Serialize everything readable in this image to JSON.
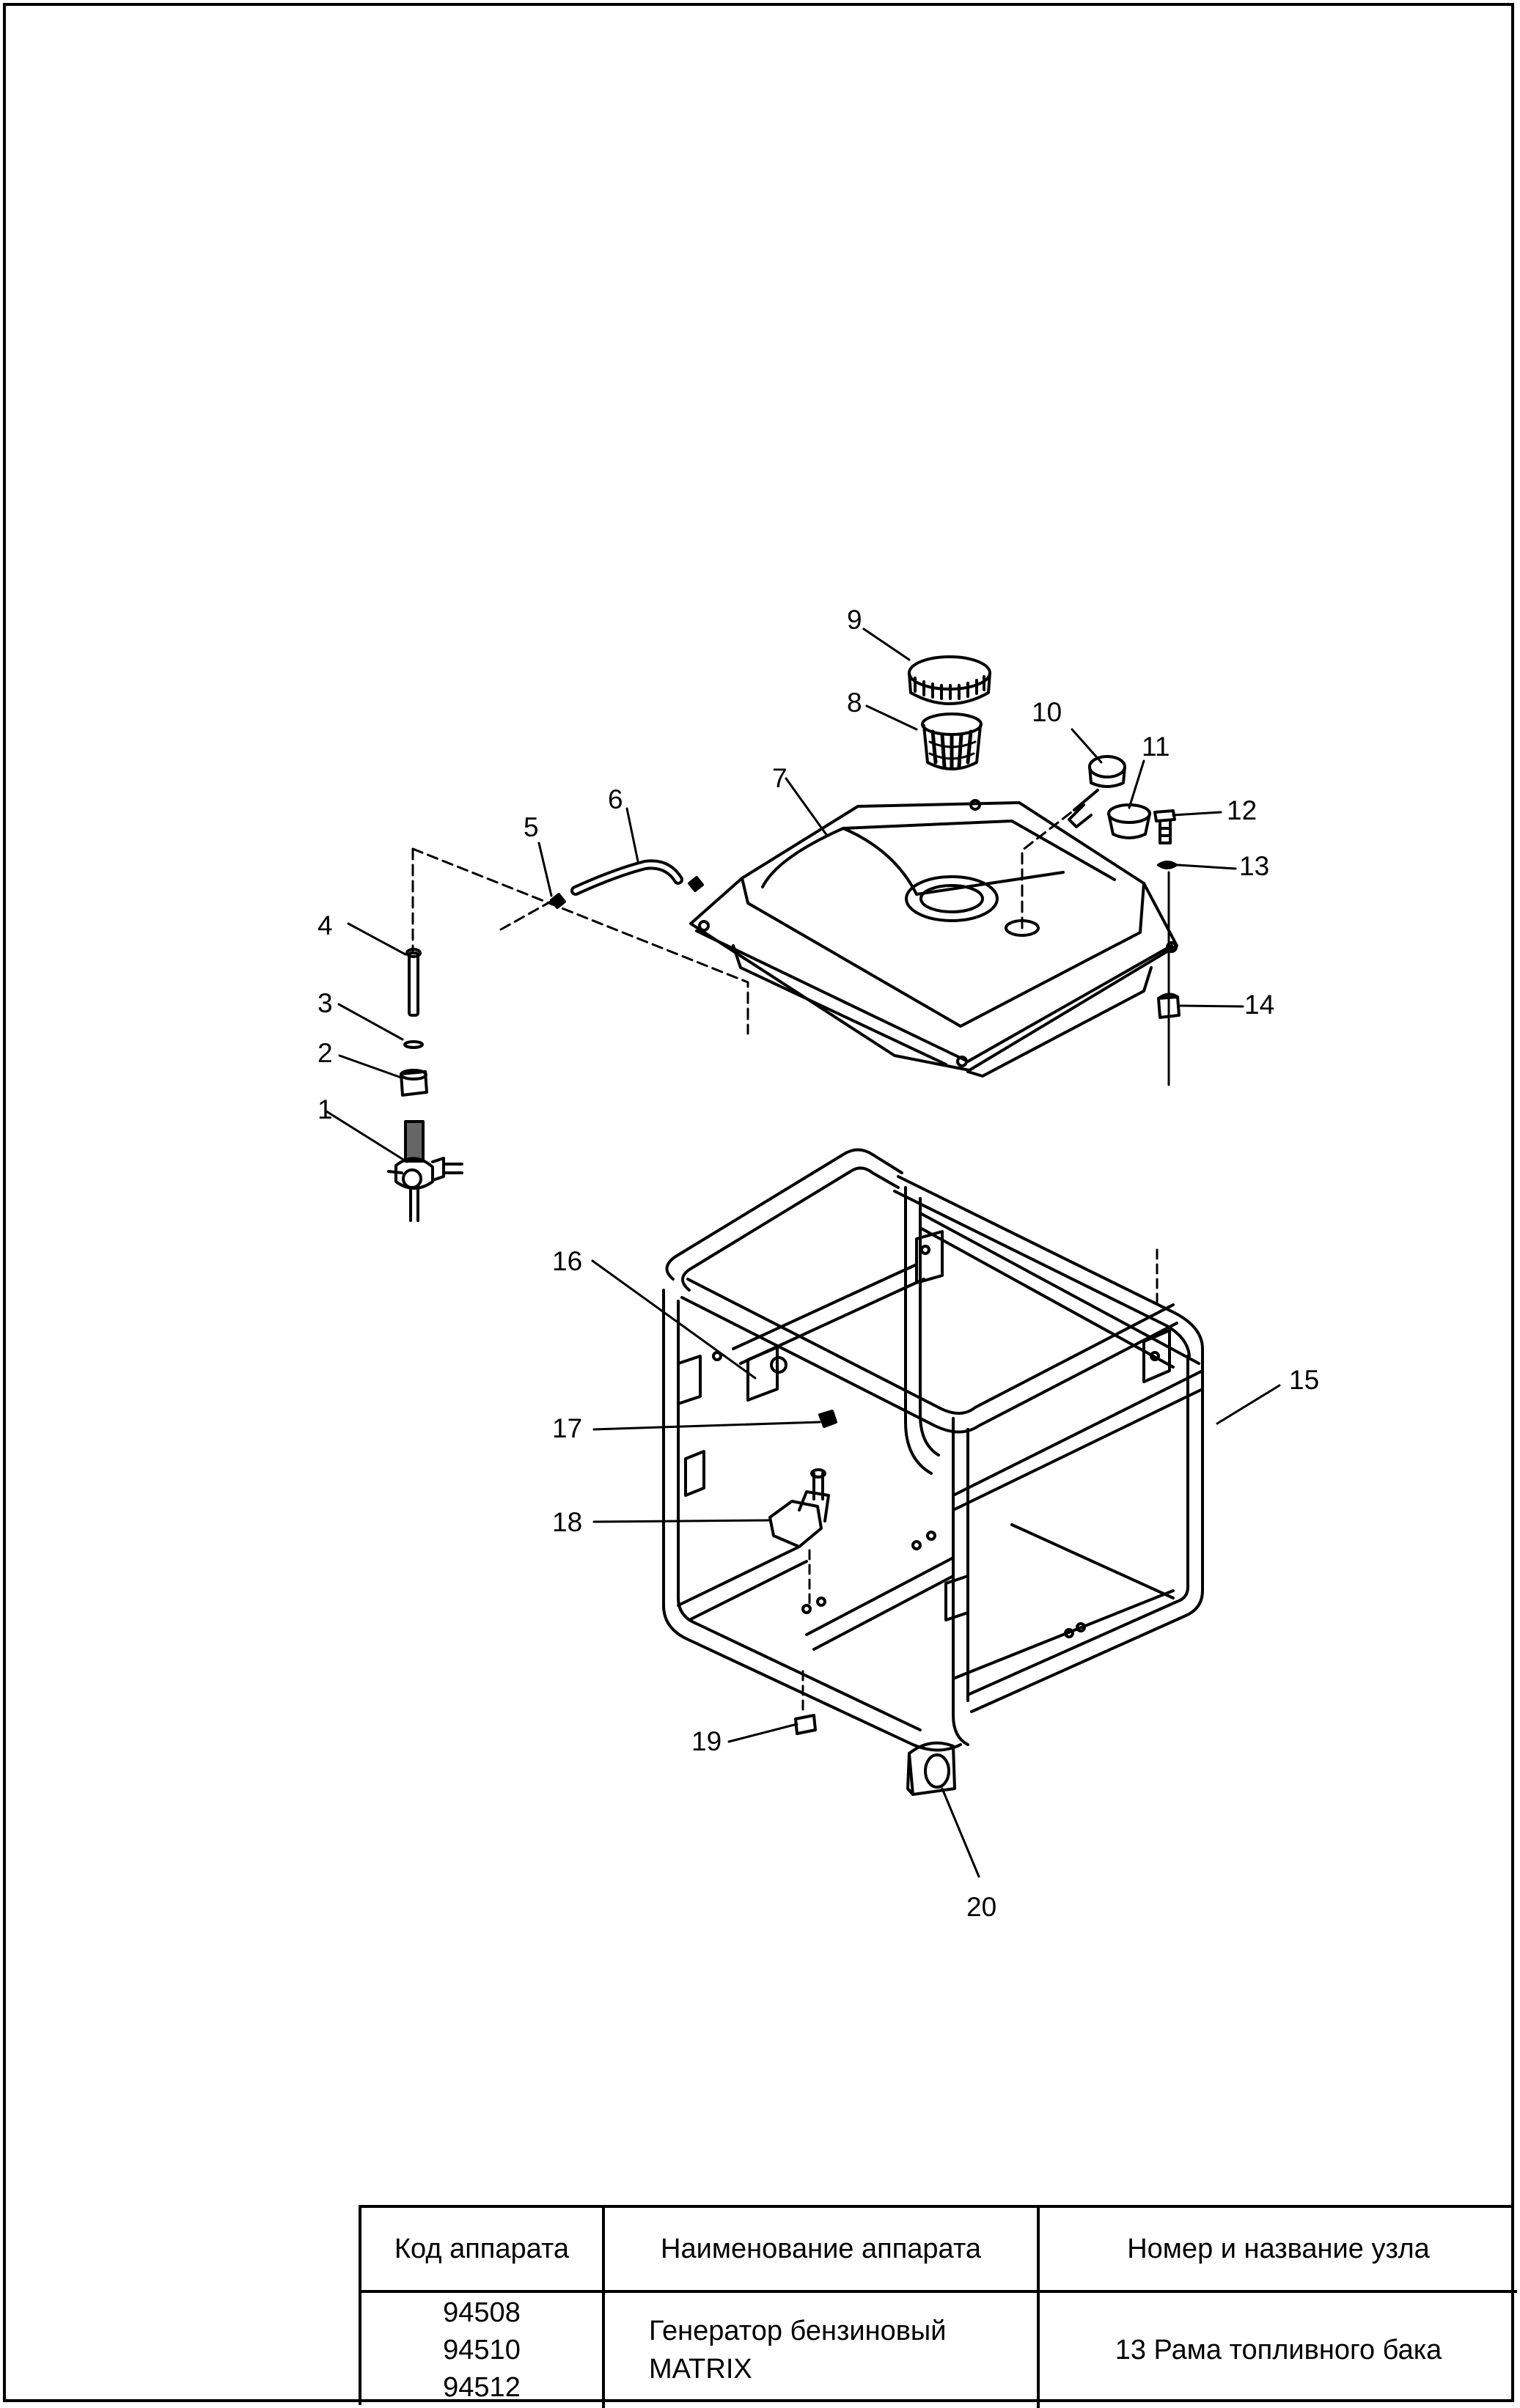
{
  "parts": {
    "p1": "1",
    "p2": "2",
    "p3": "3",
    "p4": "4",
    "p5": "5",
    "p6": "6",
    "p7": "7",
    "p8": "8",
    "p9": "9",
    "p10": "10",
    "p11": "11",
    "p12": "12",
    "p13": "13",
    "p14": "14",
    "p15": "15",
    "p16": "16",
    "p17": "17",
    "p18": "18",
    "p19": "19",
    "p20": "20"
  },
  "title_block": {
    "col1_header": "Код аппарата",
    "col2_header": "Наименование аппарата",
    "col3_header": "Номер и название узла",
    "codes": [
      "94508",
      "94510",
      "94512"
    ],
    "device_name_line1": "Генератор бензиновый",
    "device_name_line2": "MATRIX",
    "assembly": "13 Рама топливного бака"
  }
}
